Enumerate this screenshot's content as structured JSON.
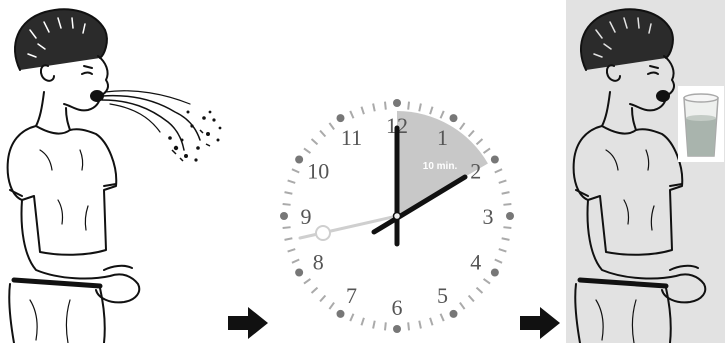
{
  "steps": [
    {
      "name": "vomiting",
      "icon": "vomiting-boy-icon"
    },
    {
      "name": "wait",
      "icon": "clock-icon"
    },
    {
      "name": "drink",
      "icon": "boy-drinking-icon"
    }
  ],
  "clock": {
    "numbers": [
      "12",
      "1",
      "2",
      "3",
      "4",
      "5",
      "6",
      "7",
      "8",
      "9",
      "10",
      "11"
    ],
    "wait_label": "10 min.",
    "wait_minutes": 10,
    "hour_hand_direction": "2 o'clock",
    "minute_hand_direction": "12",
    "second_hand_direction": "9",
    "face_color": "#ffffff",
    "highlight_color": "#c8c8c8",
    "hand_color": "#111111"
  },
  "arrows": [
    {
      "icon": "right-arrow-icon"
    },
    {
      "icon": "right-arrow-icon"
    }
  ],
  "colors": {
    "panel_3_background": "#e2e2e2",
    "line_art": "#111111",
    "water": "#a9b4ad"
  }
}
